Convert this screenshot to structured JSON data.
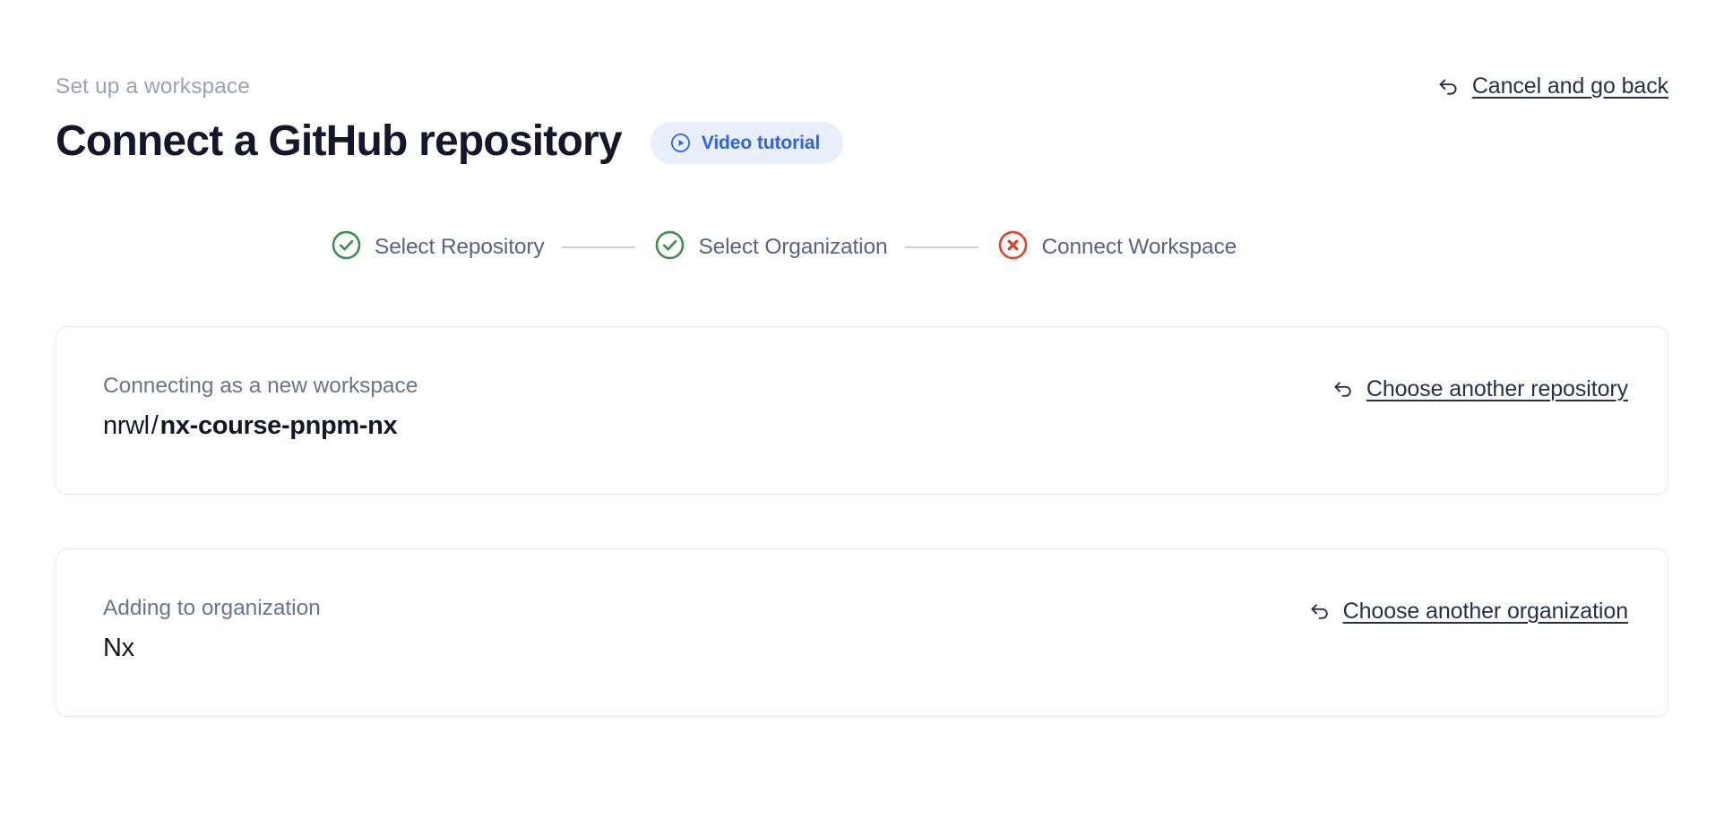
{
  "header": {
    "eyebrow": "Set up a workspace",
    "title": "Connect a GitHub repository",
    "video_badge": {
      "label": "Video tutorial",
      "icon": "play-circle-icon",
      "text_color": "#2f62e8",
      "background_color": "#e8eefc"
    },
    "cancel_link": {
      "label": "Cancel and go back",
      "icon": "undo-arrow-icon"
    }
  },
  "stepper": {
    "connector_color": "#c8d0e2",
    "steps": [
      {
        "label": "Select Repository",
        "state": "complete",
        "icon": "check-circle-icon",
        "color": "#3f8f4f"
      },
      {
        "label": "Select Organization",
        "state": "complete",
        "icon": "check-circle-icon",
        "color": "#3f8f4f"
      },
      {
        "label": "Connect Workspace",
        "state": "error",
        "icon": "x-circle-icon",
        "color": "#e2432a"
      }
    ]
  },
  "cards": [
    {
      "kicker": "Connecting as a new workspace",
      "value_owner": "nrwl",
      "value_separator": "/",
      "value_name": "nx-course-pnpm-nx",
      "action": {
        "label": "Choose another repository",
        "icon": "undo-arrow-icon"
      }
    },
    {
      "kicker": "Adding to organization",
      "value_name": "Nx",
      "action": {
        "label": "Choose another organization",
        "icon": "undo-arrow-icon"
      }
    }
  ]
}
